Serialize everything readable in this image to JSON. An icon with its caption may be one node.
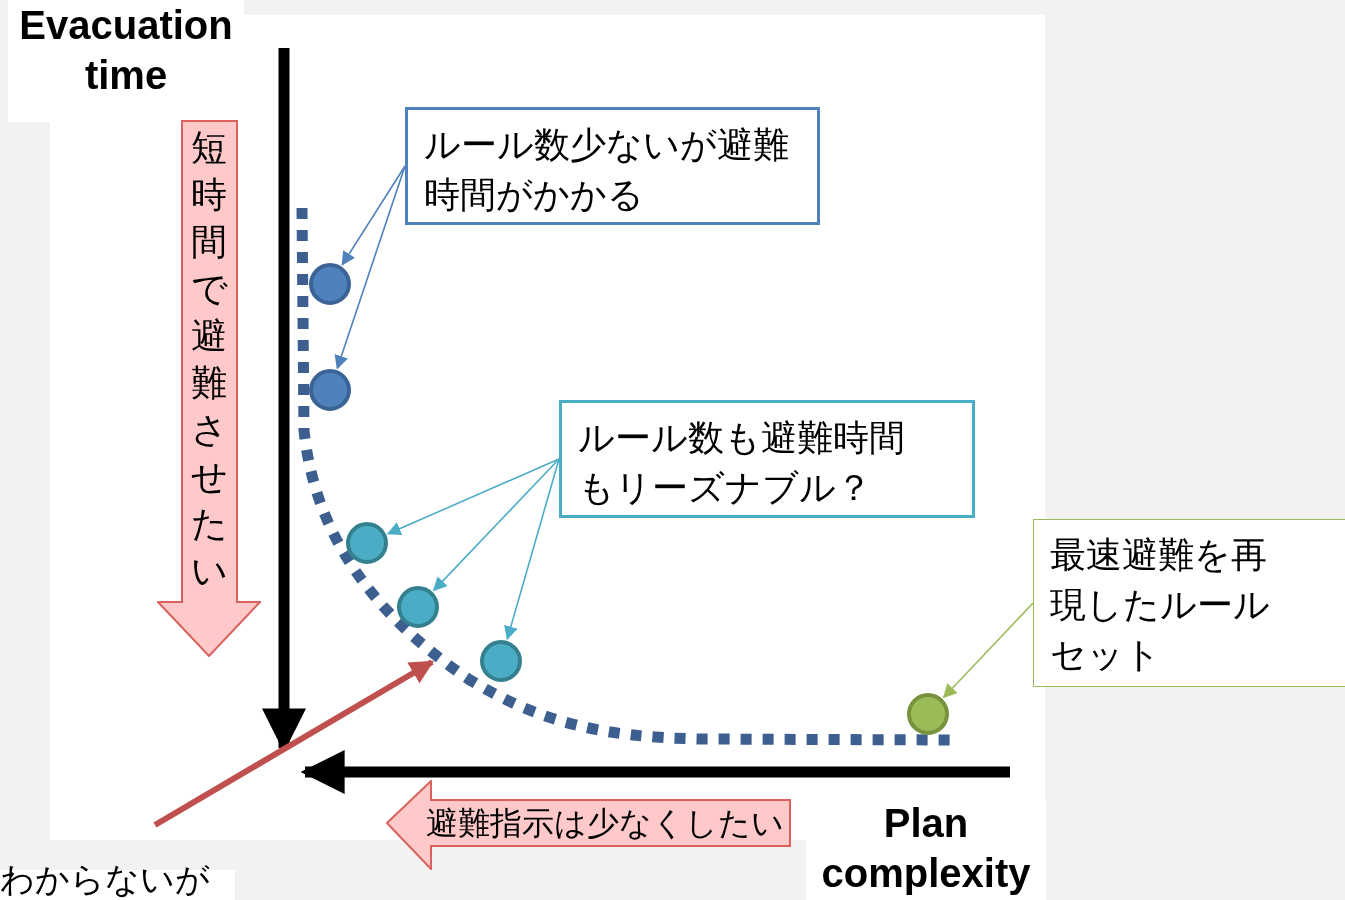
{
  "diagram": {
    "nodes": [
      {
        "text": [
          "ルール数少ないが避難時間がかかる"
        ]
      },
      {
        "text": [],
        "shape": "circle"
      },
      {
        "text": [],
        "shape": "circle"
      },
      {
        "text": [
          "短時間で避難させたい"
        ]
      },
      {
        "text": [
          "ルール数も避難時間もリーズナブル？"
        ]
      },
      {
        "text": [],
        "shape": "circle"
      },
      {
        "text": [],
        "shape": "circle"
      },
      {
        "text": [],
        "shape": "circle"
      },
      {
        "text": [
          "最速避難を再現したルールセット"
        ]
      },
      {
        "text": [],
        "shape": "circle"
      },
      {
        "text": [
          "避難指示は少なくしたい"
        ]
      }
    ],
    "edges": [
      {
        "from": 0,
        "to": 1,
        "arrow": "to",
        "color": "#4f81bd"
      },
      {
        "from": 0,
        "to": 2,
        "arrow": "to",
        "color": "#4f81bd"
      },
      {
        "from": 4,
        "to": 5,
        "arrow": "to",
        "color": "#4bacc6"
      },
      {
        "from": 4,
        "to": 6,
        "arrow": "to",
        "color": "#4bacc6"
      },
      {
        "from": 4,
        "to": 7,
        "arrow": "to",
        "color": "#4bacc6"
      },
      {
        "from": 8,
        "to": 9,
        "arrow": "to",
        "color": "#9bbb59"
      }
    ],
    "labels": [
      "Evacuation time",
      "Plan complexity",
      "わからないが"
    ]
  }
}
